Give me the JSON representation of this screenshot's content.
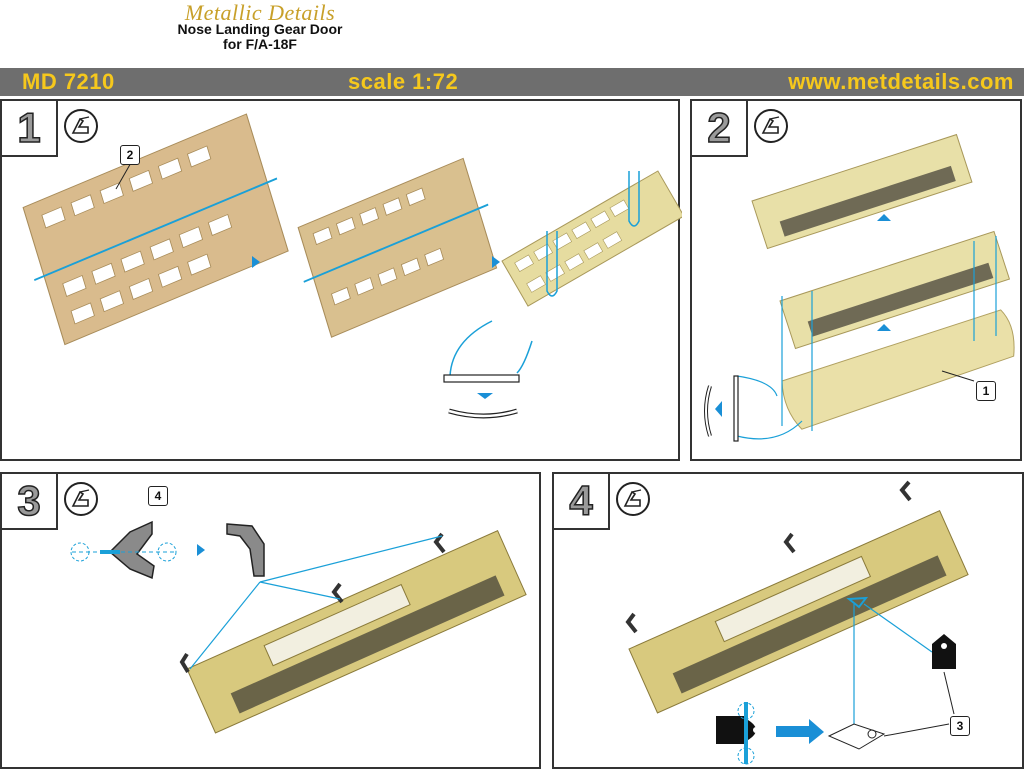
{
  "header": {
    "brand": "Metallic Details",
    "title_line1": "Nose Landing Gear Door",
    "title_line2": "for F/A-18F"
  },
  "band": {
    "code": "MD 7210",
    "scale": "scale 1:72",
    "url": "www.metdetails.com"
  },
  "steps": [
    {
      "number": "1",
      "part_labels": [
        "2"
      ]
    },
    {
      "number": "2",
      "part_labels": [
        "1"
      ]
    },
    {
      "number": "3",
      "part_labels": [
        "4"
      ]
    },
    {
      "number": "4",
      "part_labels": [
        "3"
      ]
    }
  ],
  "colors": {
    "band": "#6e6e6e",
    "band_text": "#f6c81c",
    "brass": "#d9c77a",
    "guide_lines": "#1aa0d8",
    "arrows": "#1a8fd6"
  },
  "icons": [
    "bending-tool-icon",
    "cut-line-icon",
    "fold-arrow-icon",
    "blue-arrow-icon"
  ]
}
